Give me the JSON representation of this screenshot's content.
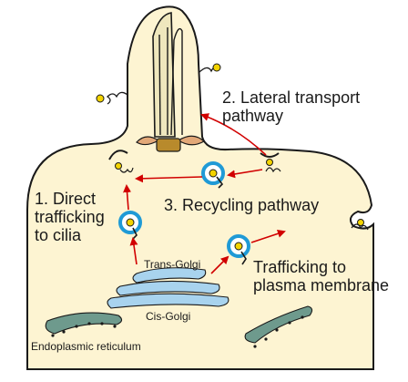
{
  "labels": {
    "lateral": "2. Lateral transport\npathway",
    "recycling": "3. Recycling pathway",
    "direct": "1. Direct\ntrafficking\nto cilia",
    "plasma": "Trafficking to\nplasma membrane",
    "trans_golgi": "Trans-Golgi",
    "cis_golgi": "Cis-Golgi",
    "er": "Endoplasmic reticulum"
  },
  "colors": {
    "cell_fill": "#fdf4d2",
    "outline": "#1a1a1a",
    "arrow": "#d10000",
    "golgi": "#a8d3ee",
    "vesicle_ring": "#1f9ad6",
    "cargo": "#f4d400",
    "er": "#6e9a8d",
    "basal_body": "#b88a2c",
    "transition_fibre": "#e2a878",
    "axoneme": "#efe7bd"
  }
}
